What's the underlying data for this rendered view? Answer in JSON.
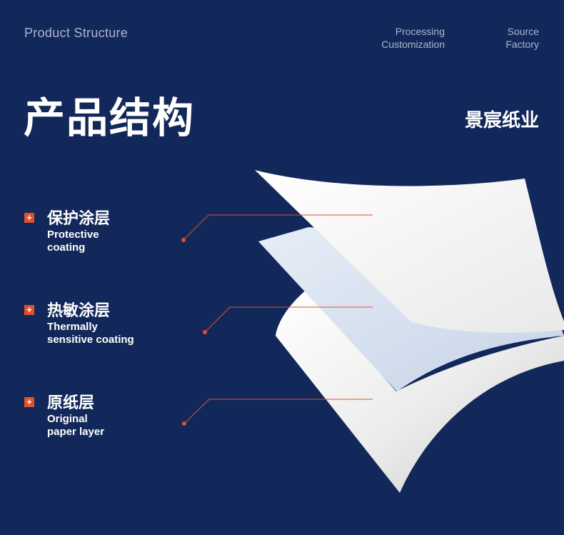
{
  "header": {
    "section_label": "Product Structure",
    "nav": [
      {
        "line1": "Processing",
        "line2": "Customization"
      },
      {
        "line1": "Source",
        "line2": "Factory"
      }
    ]
  },
  "title": "产品结构",
  "brand": "景宸纸业",
  "layers": [
    {
      "cn": "保护涂层",
      "en_line1": "Protective",
      "en_line2": "coating"
    },
    {
      "cn": "热敏涂层",
      "en_line1": "Thermally",
      "en_line2": "sensitive coating"
    },
    {
      "cn": "原纸层",
      "en_line1": "Original",
      "en_line2": "paper layer"
    }
  ],
  "colors": {
    "background": "#13285a",
    "accent": "#e1502a",
    "paper_white": "#f4f4f4",
    "paper_blue": "#d6e0ee"
  }
}
